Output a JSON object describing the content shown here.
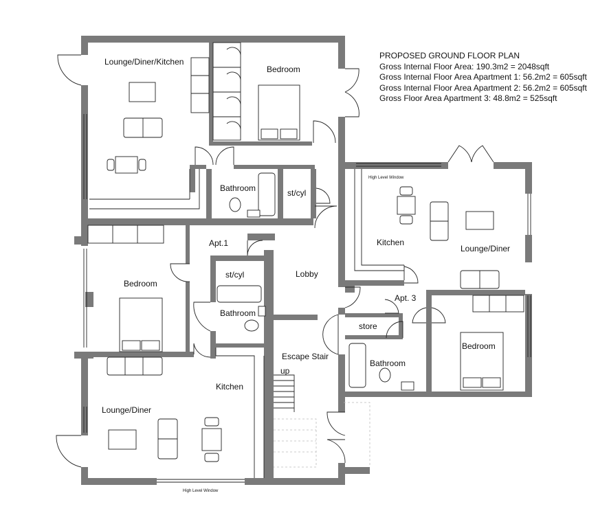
{
  "title": {
    "heading": "PROPOSED GROUND FLOOR PLAN",
    "lines": [
      "Gross Internal Floor Area: 190.3m2 = 2048sqft",
      "Gross Internal Floor Area Apartment 1: 56.2m2 = 605sqft",
      "Gross Internal Floor Area Apartment 2: 56.2m2 = 605sqft",
      "Gross Floor Area Apartment 3: 48.8m2 = 525sqft"
    ]
  },
  "rooms": {
    "top_lounge": "Lounge/Diner/Kitchen",
    "top_bedroom": "Bedroom",
    "top_bathroom": "Bathroom",
    "top_stcyl": "st/cyl",
    "apt1": "Apt.1",
    "apt1_stcyl": "st/cyl",
    "apt1_bathroom": "Bathroom",
    "apt1_bedroom": "Bedroom",
    "lobby": "Lobby",
    "escape_stair": "Escape Stair",
    "stair_up": "up",
    "bottom_kitchen": "Kitchen",
    "bottom_lounge": "Lounge/Diner",
    "right_kitchen": "Kitchen",
    "right_lounge": "Lounge/Diner",
    "apt3": "Apt. 3",
    "store": "store",
    "apt3_bathroom": "Bathroom",
    "apt3_bedroom": "Bedroom"
  },
  "notes": {
    "high_level_window_top": "High Level Window",
    "high_level_window_bottom": "High Level Window"
  },
  "colors": {
    "wall": "#7a7a7a",
    "line": "#222222"
  }
}
